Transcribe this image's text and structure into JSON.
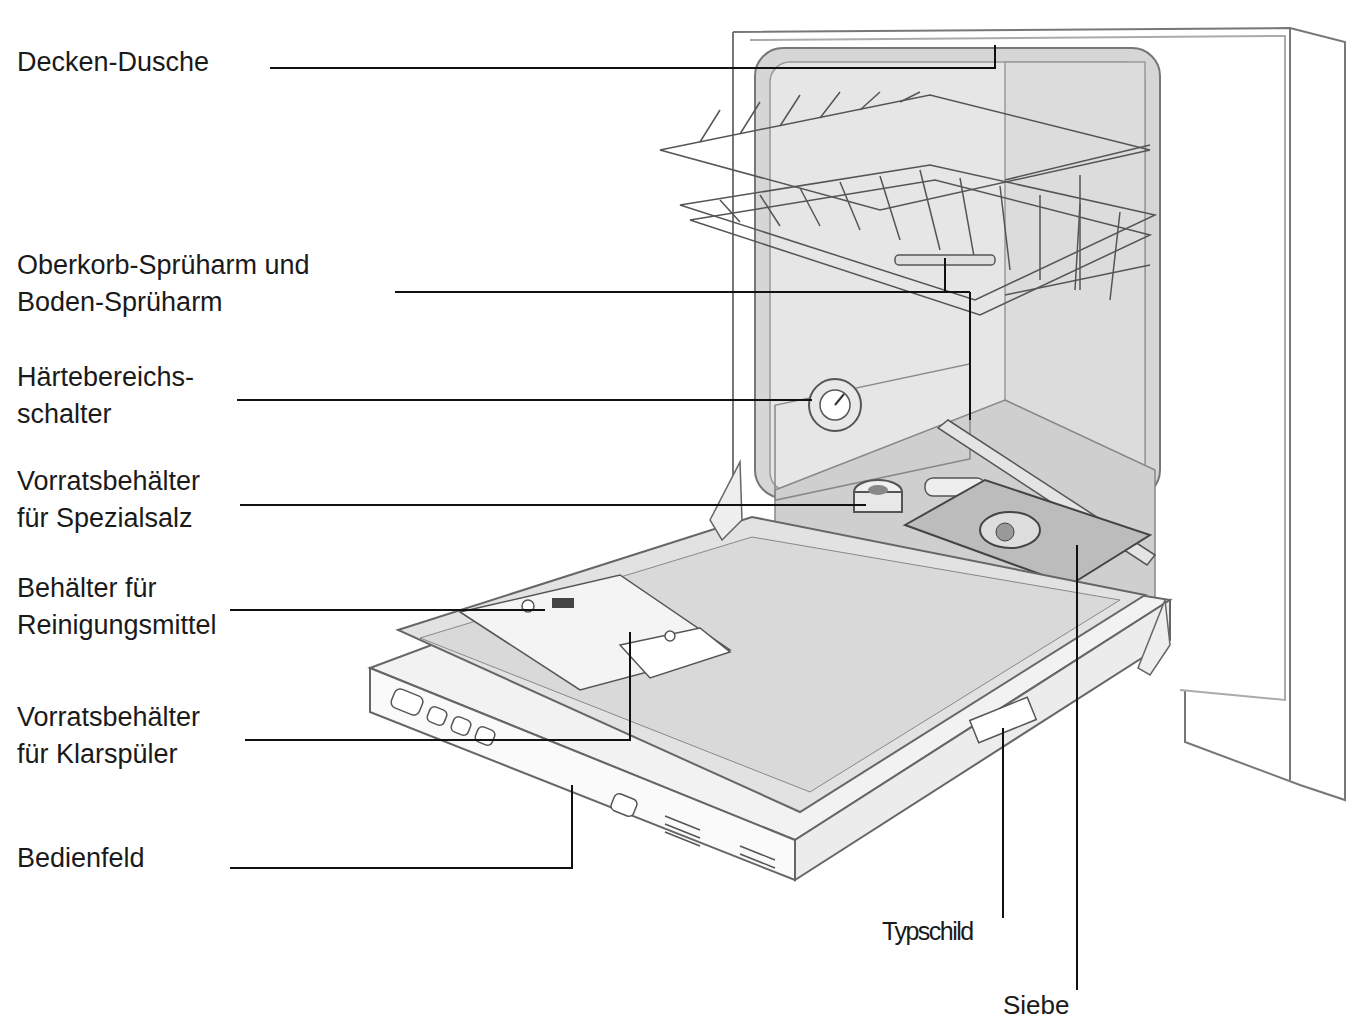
{
  "diagram": {
    "labels": [
      "Decken-Dusche",
      "Oberkorb-Sprüharm und Boden-Sprüharm",
      "Härtebereichs- schalter",
      "Vorratsbehälter für Spezialsalz",
      "Behälter für Reinigungsmittel",
      "Vorratsbehälter für Klarspüler",
      "Bedienfeld",
      "Typschild",
      "Siebe"
    ]
  }
}
